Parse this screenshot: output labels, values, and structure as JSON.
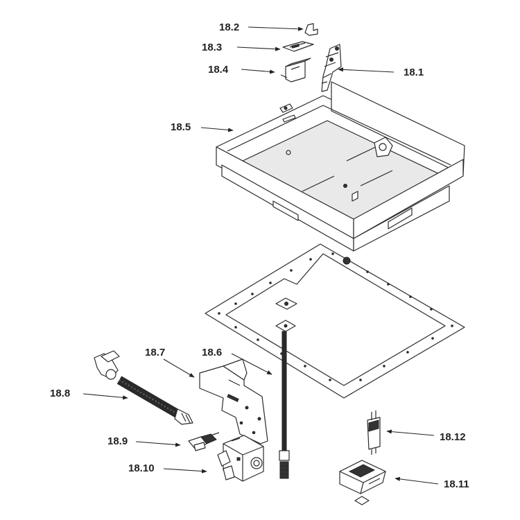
{
  "callouts": [
    {
      "id": "18.1",
      "label": "18.1"
    },
    {
      "id": "18.2",
      "label": "18.2"
    },
    {
      "id": "18.3",
      "label": "18.3"
    },
    {
      "id": "18.4",
      "label": "18.4"
    },
    {
      "id": "18.5",
      "label": "18.5"
    },
    {
      "id": "18.6",
      "label": "18.6"
    },
    {
      "id": "18.7",
      "label": "18.7"
    },
    {
      "id": "18.8",
      "label": "18.8"
    },
    {
      "id": "18.9",
      "label": "18.9"
    },
    {
      "id": "18.10",
      "label": "18.10"
    },
    {
      "id": "18.11",
      "label": "18.11"
    },
    {
      "id": "18.12",
      "label": "18.12"
    }
  ]
}
